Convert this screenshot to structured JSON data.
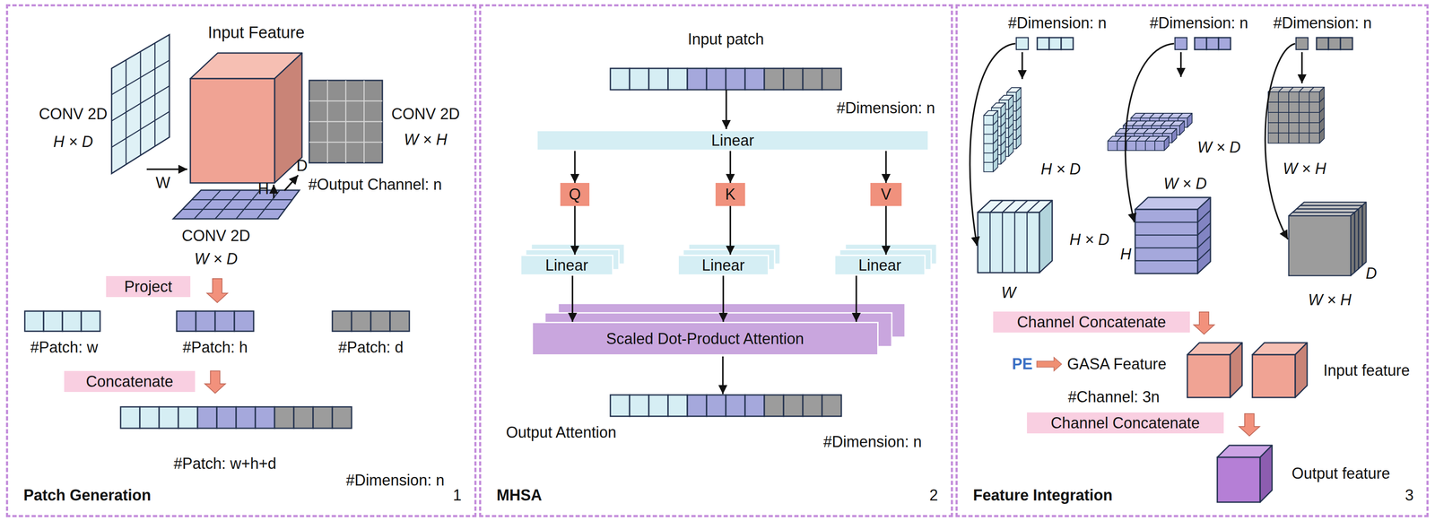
{
  "diagram": {
    "nodes": [
      {
        "text": [
          "Patch Generation",
          "1"
        ]
      },
      {
        "text": [
          "MHSA",
          "2"
        ]
      },
      {
        "text": [
          "Feature Integration",
          "3"
        ]
      },
      {
        "text": [
          "Project"
        ],
        "in": 0
      },
      {
        "text": [
          "Concatenate"
        ],
        "in": 0
      },
      {
        "text": [
          "Linear"
        ],
        "in": 1
      },
      {
        "text": [
          "Q"
        ],
        "in": 1
      },
      {
        "text": [
          "K"
        ],
        "in": 1
      },
      {
        "text": [
          "V"
        ],
        "in": 1
      },
      {
        "text": [
          "Linear"
        ],
        "in": 1
      },
      {
        "text": [
          "Linear"
        ],
        "in": 1
      },
      {
        "text": [
          "Linear"
        ],
        "in": 1
      },
      {
        "text": [
          "Scaled Dot-Product Attention"
        ],
        "in": 1
      },
      {
        "text": [
          "Channel Concatenate"
        ],
        "in": 2
      },
      {
        "text": [
          "Channel Concatenate"
        ],
        "in": 2
      }
    ],
    "edges": [
      {
        "from": 5,
        "to": 6,
        "arrow": "to"
      },
      {
        "from": 5,
        "to": 7,
        "arrow": "to"
      },
      {
        "from": 5,
        "to": 8,
        "arrow": "to"
      },
      {
        "from": 6,
        "to": 9,
        "arrow": "to"
      },
      {
        "from": 7,
        "to": 10,
        "arrow": "to"
      },
      {
        "from": 8,
        "to": 11,
        "arrow": "to"
      },
      {
        "from": 9,
        "to": 12,
        "arrow": "to"
      },
      {
        "from": 10,
        "to": 12,
        "arrow": "to"
      },
      {
        "from": 11,
        "to": 12,
        "arrow": "to"
      }
    ],
    "labels": [
      "Input Feature",
      "CONV 2D",
      "H × D",
      "CONV 2D",
      "W × H",
      "W",
      "H",
      "D",
      "#Output Channel: n",
      "CONV 2D",
      "W × D",
      "#Patch: w",
      "#Patch: h",
      "#Patch: d",
      "#Patch: w+h+d",
      "#Dimension: n",
      "Input patch",
      "#Dimension: n",
      "Output Attention",
      "#Dimension: n",
      "#Dimension: n",
      "#Dimension: n",
      "#Dimension: n",
      "H × D",
      "W × D",
      "W × H",
      "W × D",
      "H × D",
      "H",
      "W",
      "D",
      "W × H",
      "PE",
      "GASA Feature",
      "#Channel: 3n",
      "Input feature",
      "Output feature"
    ]
  }
}
